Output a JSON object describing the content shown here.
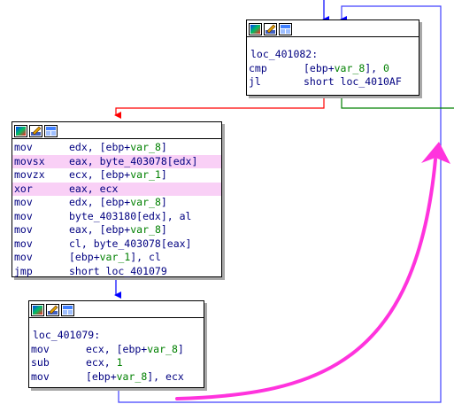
{
  "blocks": {
    "top": {
      "label": "loc_401082:",
      "lines": [
        {
          "mn": "cmp",
          "pre": "[ebp+",
          "var": "var_8",
          "post": "], ",
          "num": "0"
        },
        {
          "mn": "jl",
          "pre": "short loc_4010AF",
          "var": "",
          "post": "",
          "num": ""
        }
      ]
    },
    "middle": {
      "lines": [
        {
          "mn": "mov",
          "pre": "edx, [ebp+",
          "var": "var_8",
          "post": "]",
          "num": "",
          "hl": false
        },
        {
          "mn": "movsx",
          "pre": "eax, byte_403078[edx]",
          "var": "",
          "post": "",
          "num": "",
          "hl": true
        },
        {
          "mn": "movzx",
          "pre": "ecx, [ebp+",
          "var": "var_1",
          "post": "]",
          "num": "",
          "hl": false
        },
        {
          "mn": "xor",
          "pre": "eax, ecx",
          "var": "",
          "post": "",
          "num": "",
          "hl": true
        },
        {
          "mn": "mov",
          "pre": "edx, [ebp+",
          "var": "var_8",
          "post": "]",
          "num": "",
          "hl": false
        },
        {
          "mn": "mov",
          "pre": "byte_403180[edx], al",
          "var": "",
          "post": "",
          "num": "",
          "hl": false
        },
        {
          "mn": "mov",
          "pre": "eax, [ebp+",
          "var": "var_8",
          "post": "]",
          "num": "",
          "hl": false
        },
        {
          "mn": "mov",
          "pre": "cl, byte_403078[eax]",
          "var": "",
          "post": "",
          "num": "",
          "hl": false
        },
        {
          "mn": "mov",
          "pre": "[ebp+",
          "var": "var_1",
          "post": "], cl",
          "num": "",
          "hl": false
        },
        {
          "mn": "jmp",
          "pre": "short loc_401079",
          "var": "",
          "post": "",
          "num": "",
          "hl": false
        }
      ]
    },
    "bottom": {
      "label": "loc_401079:",
      "lines": [
        {
          "mn": "mov",
          "pre": "ecx, [ebp+",
          "var": "var_8",
          "post": "]",
          "num": ""
        },
        {
          "mn": "sub",
          "pre": "ecx, ",
          "var": "",
          "post": "",
          "num": "1"
        },
        {
          "mn": "mov",
          "pre": "[ebp+",
          "var": "var_8",
          "post": "], ecx",
          "num": ""
        }
      ]
    }
  },
  "colors": {
    "edge_true": "#008000",
    "edge_false": "#ff0000",
    "edge_uncond": "#0000ff",
    "loop_edge": "#4040ff",
    "annotation_arrow": "#ff33dd",
    "highlight": "#f9d0f6"
  },
  "icons": [
    "color-palette-icon",
    "rename-icon",
    "graph-overview-icon"
  ]
}
